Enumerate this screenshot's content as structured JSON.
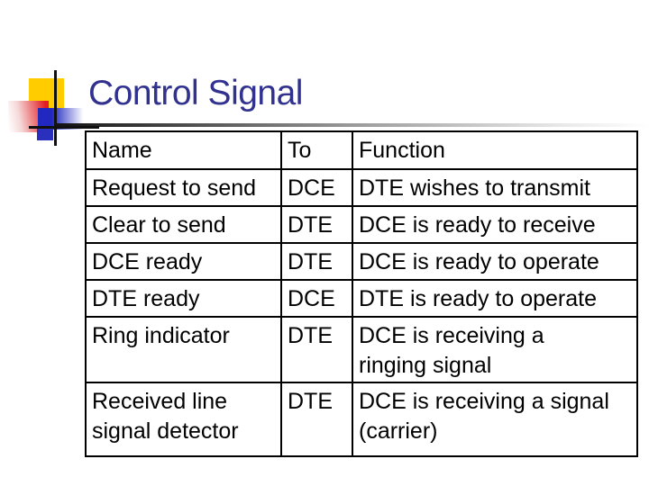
{
  "slide": {
    "title": "Control Signal",
    "title_color": "#31318F",
    "background_color": "#FFFFFF"
  },
  "decoration": {
    "yellow_square_color": "#FFCC00",
    "red_square_color": "#E21C21",
    "blue_square_color": "#2028C0",
    "cross_line_color": "#101010"
  },
  "table": {
    "headers": [
      "Name",
      "To",
      "Function"
    ],
    "rows": [
      {
        "name": "Request to send",
        "to": "DCE",
        "function": "DTE wishes to transmit"
      },
      {
        "name": "Clear to send",
        "to": "DTE",
        "function": "DCE is ready to receive"
      },
      {
        "name": "DCE ready",
        "to": "DTE",
        "function": "DCE is ready to operate"
      },
      {
        "name": "DTE ready",
        "to": "DCE",
        "function": "DTE is ready to operate"
      },
      {
        "name": "Ring indicator",
        "to": "DTE",
        "function": "DCE is receiving a\nringing signal"
      },
      {
        "name": "Received line\nsignal detector",
        "to": "DTE",
        "function": "DCE is receiving a signal\n(carrier)"
      }
    ]
  }
}
